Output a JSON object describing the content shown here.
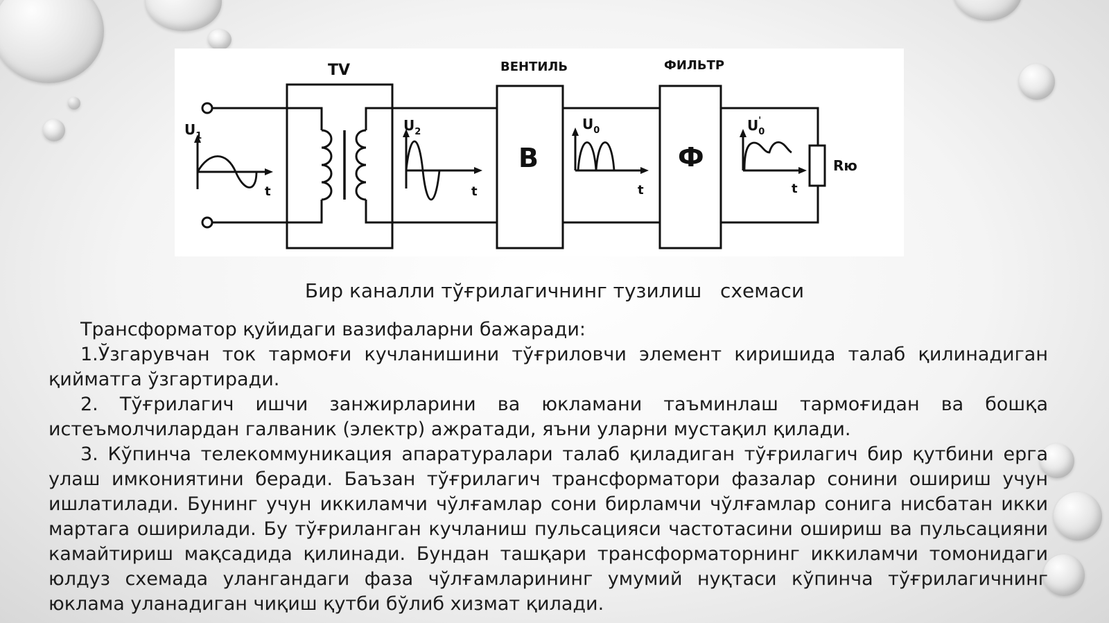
{
  "diagram": {
    "blocks": [
      {
        "id": "tv",
        "header": "TV",
        "symbol": ""
      },
      {
        "id": "ventil",
        "header": "ВЕНТИЛЬ",
        "symbol": "В"
      },
      {
        "id": "filter",
        "header": "ФИЛЬТР",
        "symbol": "Ф"
      }
    ],
    "signals": [
      {
        "label": "U",
        "sub": "1",
        "sup": "",
        "axis": "t"
      },
      {
        "label": "U",
        "sub": "2",
        "sup": "",
        "axis": "t"
      },
      {
        "label": "U",
        "sub": "0",
        "sup": "",
        "axis": "t"
      },
      {
        "label": "U",
        "sub": "0",
        "sup": "'",
        "axis": "t"
      }
    ],
    "load_label": "Rю"
  },
  "caption": "Бир каналли тўғрилагичнинг тузилиш   схемаси",
  "paragraphs": [
    "Трансформатор  қуйидаги вазифаларни бажаради:",
    "1.Ўзгарувчан ток тармоғи  кучланишини тўғриловчи элемент киришида талаб қилинадиган қийматга ўзгартиради.",
    "2. Тўғрилагич ишчи занжирларини ва юкламани  таъминлаш тармоғидан ва бошқа истеъмолчилардан галваник (электр) ажратади, яъни уларни мустақил қилади.",
    "3. Кўпинча телекоммуникация апаратуралари талаб қиладиган тўғрилагич бир қутбини ерга улаш имкониятини беради. Баъзан тўғрилагич трансформатори фазалар сонини ошириш учун ишлатилади. Бунинг учун иккиламчи чўлғамлар сони бирламчи  чўлғамлар сонига нисбатан икки мартага оширилади. Бу тўғриланган кучланиш пульсацияси частотасини ошириш ва пульсацияни камайтириш мақсадида қилинади. Бундан ташқари трансформаторнинг иккиламчи томонидаги юлдуз схемада улангандаги фаза чўлғамларининг умумий нуқтаси кўпинча тўғрилагичнинг юклама уланадиган чиқиш қутби бўлиб хизмат қилади."
  ]
}
